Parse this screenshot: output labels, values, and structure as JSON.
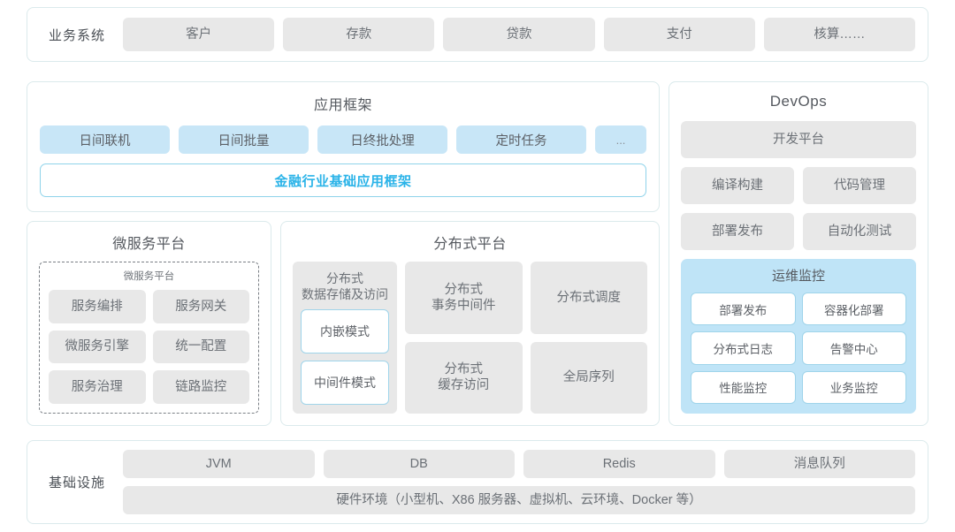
{
  "business_system": {
    "label": "业务系统",
    "items": [
      "客户",
      "存款",
      "贷款",
      "支付",
      "核算……"
    ]
  },
  "app_framework": {
    "title": "应用框架",
    "items": [
      "日间联机",
      "日间批量",
      "日终批处理",
      "定时任务"
    ],
    "ellipsis": "...",
    "base_bar": "金融行业基础应用框架"
  },
  "microservice_platform": {
    "title": "微服务平台",
    "inner_label": "微服务平台",
    "items": [
      "服务编排",
      "服务网关",
      "微服务引擎",
      "统一配置",
      "服务治理",
      "链路监控"
    ]
  },
  "distributed_platform": {
    "title": "分布式平台",
    "storage": {
      "header": "分布式\n数据存储及访问",
      "modes": [
        "内嵌模式",
        "中间件模式"
      ]
    },
    "col2": [
      "分布式\n事务中间件",
      "分布式\n缓存访问"
    ],
    "col3": [
      "分布式调度",
      "全局序列"
    ]
  },
  "devops": {
    "title": "DevOps",
    "platform": "开发平台",
    "row1": [
      "编译构建",
      "代码管理"
    ],
    "row2": [
      "部署发布",
      "自动化测试"
    ],
    "ops_monitor": {
      "title": "运维监控",
      "items": [
        "部署发布",
        "容器化部署",
        "分布式日志",
        "告警中心",
        "性能监控",
        "业务监控"
      ]
    }
  },
  "infrastructure": {
    "label": "基础设施",
    "items": [
      "JVM",
      "DB",
      "Redis",
      "消息队列"
    ],
    "hardware": "硬件环境（小型机、X86 服务器、虚拟机、云环境、Docker 等）"
  },
  "colors": {
    "panel_border": "#dbeaec",
    "chip_gray": "#e8e8e8",
    "chip_blue": "#c8e6f7",
    "accent": "#2ab3e8",
    "ops_bg": "#bfe4f7"
  }
}
